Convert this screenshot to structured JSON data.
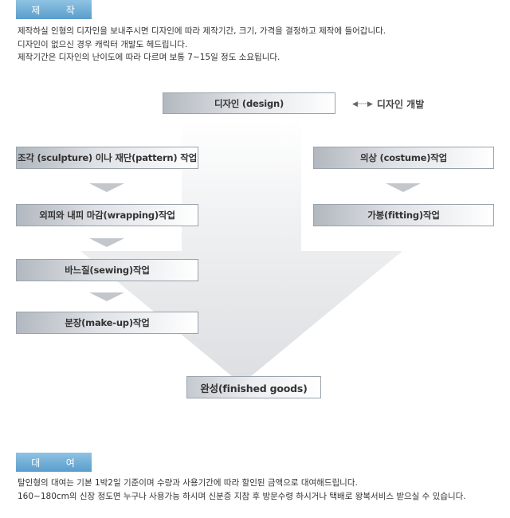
{
  "production": {
    "tab_chars": [
      "제",
      "작"
    ],
    "lines": [
      "제작하실 인형의 디자인을 보내주시면 디자인에 따라 제작기간, 크기, 가격을 결정하고 제작에 들어갑니다.",
      "디자인이 없으신 경우 캐릭터 개발도 헤드립니다.",
      "제작기간은 디자인의 난이도에 따라 다르며  보통 7~15일 정도 소요됩니다."
    ]
  },
  "flow": {
    "design": "디자인 (design)",
    "design_dev": "디자인 개발",
    "left_steps": [
      "조각 (sculpture) 이나 재단(pattern) 작업",
      "외피와 내피 마감(wrapping)작업",
      "바느질(sewing)작업",
      "분장(make-up)작업"
    ],
    "right_steps": [
      "의상 (costume)작업",
      "가봉(fitting)작업"
    ],
    "final": "완성(finished goods)"
  },
  "rental": {
    "tab_chars": [
      "대",
      "여"
    ],
    "lines": [
      "탈인형의 대여는 기본 1박2일 기준이며 수량과 사용기간에 따라 할인된 금액으로 대여해드립니다.",
      "160~180cm의 신장 정도면 누구나 사용가능 하시며 신분증 지참 후 방문수령 하시거나 택배로 왕복서비스 받으실 수 있습니다."
    ]
  }
}
